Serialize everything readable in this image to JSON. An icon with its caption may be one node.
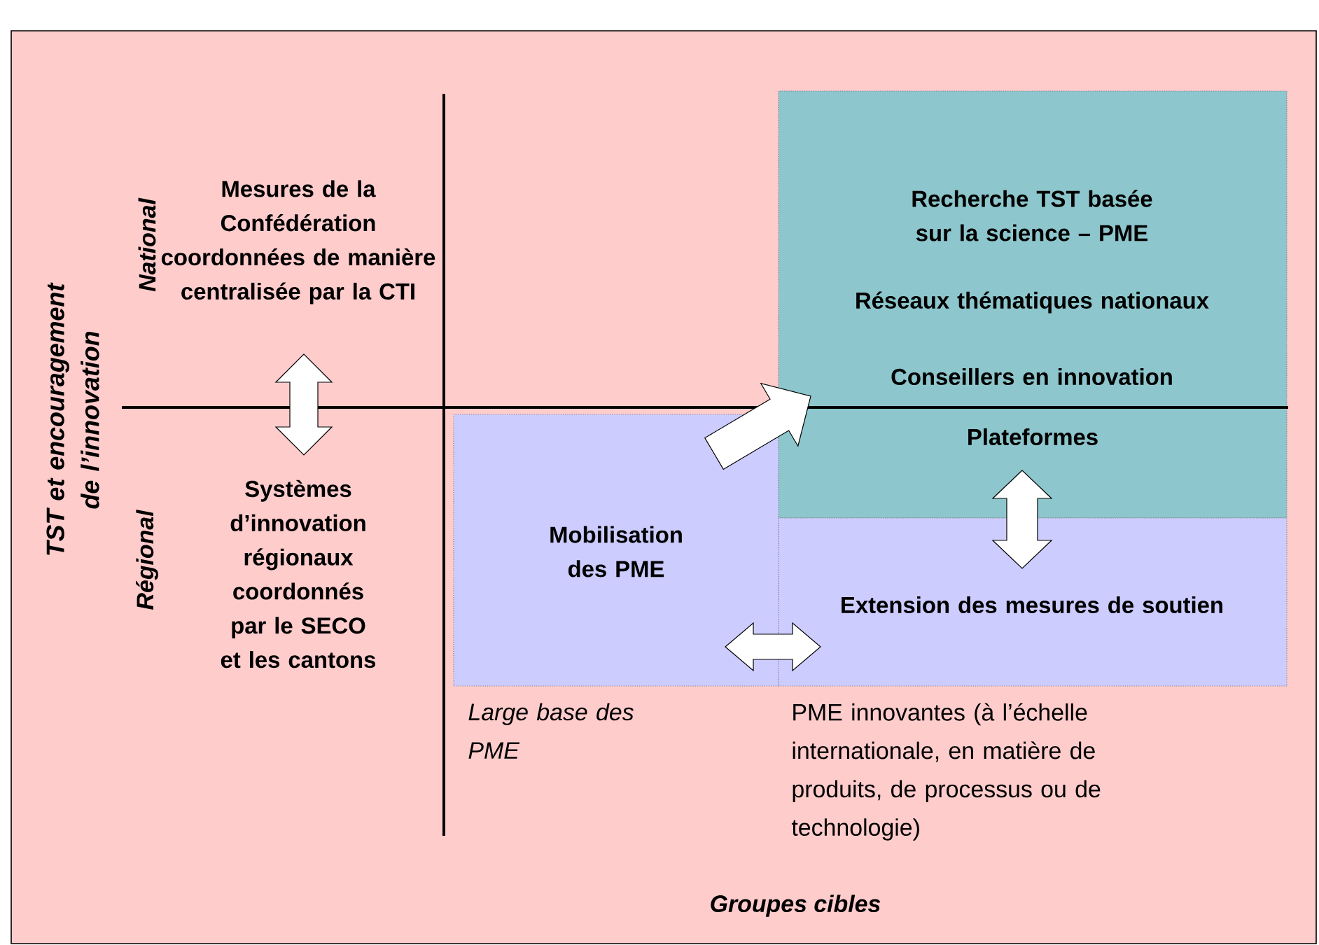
{
  "diagram": {
    "nodes": [
      {
        "text": [
          "Mesures de la Confédération coordonnées de manière centralisée par la CTI"
        ]
      },
      {
        "text": [
          "Systèmes d’innovation régionaux coordonnés par le SECO et les cantons"
        ]
      },
      {
        "text": [
          "Recherche TST basée sur la science – PME",
          "Réseaux thématiques nationaux",
          "Conseillers en innovation"
        ]
      },
      {
        "text": [
          "Plateformes"
        ],
        "in": 2
      },
      {
        "text": [
          "Extension des mesures de soutien"
        ]
      },
      {
        "text": [
          "Mobilisation des PME"
        ]
      }
    ],
    "edges": [
      {
        "from": 0,
        "to": 1,
        "arrow": "both"
      },
      {
        "from": 5,
        "to": 2,
        "arrow": "to"
      },
      {
        "from": 3,
        "to": 4,
        "arrow": "both"
      },
      {
        "from": 5,
        "to": 4,
        "arrow": "both"
      }
    ],
    "labels": [
      "TST et encouragement de l’innovation",
      "National",
      "Régional",
      "Large base des PME",
      "PME innovantes (à l’échelle internationale, en matière de produits, de processus ou de technologie)",
      "Groupes cibles"
    ]
  }
}
